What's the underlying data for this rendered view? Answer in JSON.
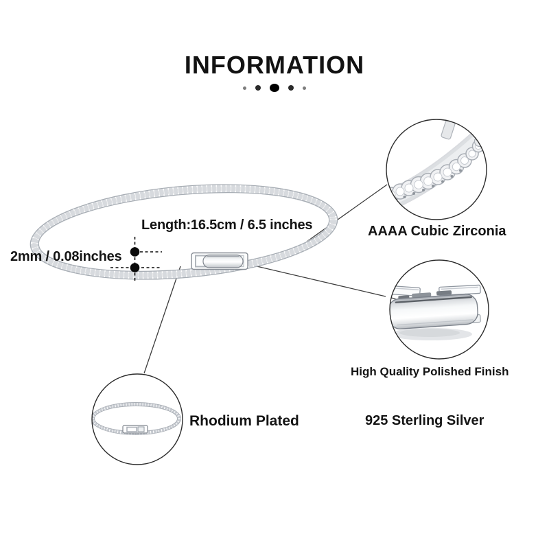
{
  "header": {
    "title": "INFORMATION"
  },
  "bracelet": {
    "length_label": "Length:16.5cm / 6.5 inches",
    "width_label": "2mm / 0.08inches"
  },
  "callouts": {
    "stones_label": "AAAA Cubic Zirconia",
    "finish_label": "High Quality Polished Finish",
    "plating_label": "Rhodium Plated",
    "material_label": "925 Sterling Silver"
  },
  "colors": {
    "text": "#141414",
    "leader_line": "#3c3c3c",
    "circle_outline": "#2b2b2b",
    "metal_light": "#f2f3f5",
    "metal_mid": "#d7dade",
    "metal_edge": "#a6acb3",
    "marker_black": "#0a0a0a"
  }
}
